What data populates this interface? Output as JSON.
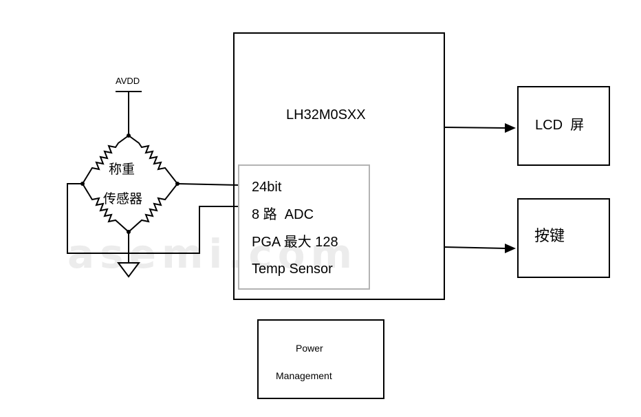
{
  "watermark": {
    "text": "asemi.com"
  },
  "mcu": {
    "name": "LH32M0SXX"
  },
  "adc_features": [
    "24bit",
    "8 路  ADC",
    "PGA 最大 128",
    "Temp Sensor"
  ],
  "sensor": {
    "line1": "称重",
    "line2": "传感器",
    "supply": "AVDD"
  },
  "lcd": {
    "label": "LCD  屏"
  },
  "keys": {
    "label": "按键"
  },
  "power": {
    "line1": "Power",
    "line2": "Management"
  },
  "colors": {
    "line": "#000000",
    "adc_border": "#b3b3b3",
    "background": "#ffffff",
    "watermark": "#e7e7e7"
  }
}
